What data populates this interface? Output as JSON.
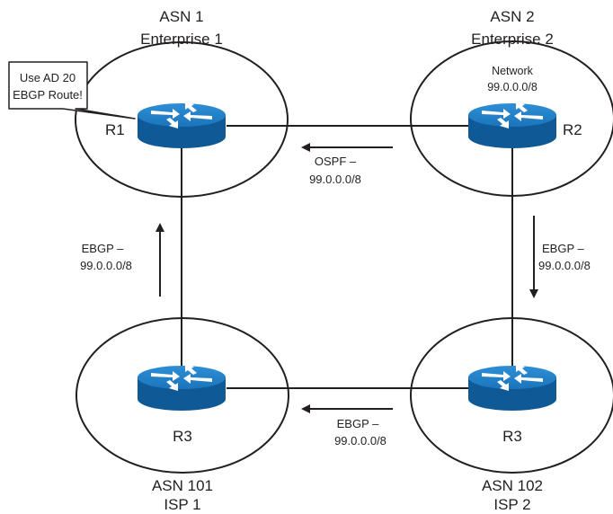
{
  "domains": [
    {
      "asn": "ASN 1",
      "name": "Enterprise 1"
    },
    {
      "asn": "ASN 2",
      "name": "Enterprise 2"
    },
    {
      "asn": "ASN 101",
      "name": "ISP 1"
    },
    {
      "asn": "ASN 102",
      "name": "ISP 2"
    }
  ],
  "routers": {
    "r1": "R1",
    "r2": "R2",
    "r3_isp1": "R3",
    "r3_isp2": "R3"
  },
  "network": {
    "label": "Network",
    "prefix": "99.0.0.0/8"
  },
  "callout": {
    "line1": "Use AD 20",
    "line2": "EBGP Route!"
  },
  "advertisements": [
    {
      "protocol": "OSPF –",
      "prefix": "99.0.0.0/8"
    },
    {
      "protocol": "EBGP –",
      "prefix": "99.0.0.0/8"
    },
    {
      "protocol": "EBGP –",
      "prefix": "99.0.0.0/8"
    },
    {
      "protocol": "EBGP –",
      "prefix": "99.0.0.0/8"
    }
  ],
  "colors": {
    "router_fill": "#1b75bc",
    "router_dark": "#0d4f84",
    "line": "#231f20"
  }
}
